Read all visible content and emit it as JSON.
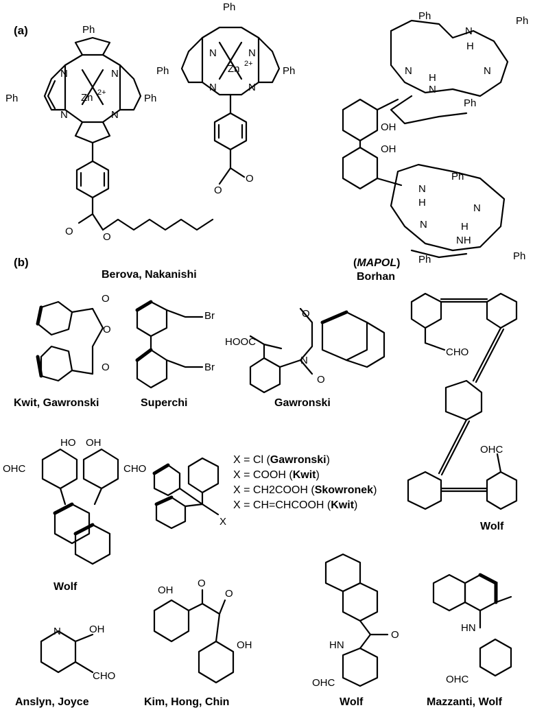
{
  "panels": {
    "a": "(a)",
    "b": "(b)"
  },
  "captions": {
    "berova": "Berova, Nakanishi",
    "mapol_prefix": "(",
    "mapol_name": "MAPOL",
    "mapol_suffix": ")",
    "borhan": "Borhan",
    "kwit_gawronski": "Kwit, Gawronski",
    "superchi": "Superchi",
    "gawronski": "Gawronski",
    "wolf_polyyne": "Wolf",
    "wolf_binaphthol": "Wolf",
    "anslyn_joyce": "Anslyn, Joyce",
    "kim_hong_chin": "Kim, Hong, Chin",
    "wolf_amide": "Wolf",
    "mazzanti_wolf": "Mazzanti, Wolf"
  },
  "atoms": {
    "ph": "Ph",
    "n": "N",
    "zn": "Zn",
    "zn_charge": "2+",
    "o": "O",
    "oh": "OH",
    "ho": "HO",
    "h": "H",
    "nh": "NH",
    "hn": "HN",
    "br": "Br",
    "hooc": "HOOC",
    "cho": "CHO",
    "ohc": "OHC",
    "x": "X"
  },
  "trityl_substituents": [
    {
      "prefix": "X = ",
      "group": "Cl",
      "open": " (",
      "author": "Gawronski",
      "close": ")"
    },
    {
      "prefix": "X = ",
      "group": "COOH",
      "open": " (",
      "author": "Kwit",
      "close": ")"
    },
    {
      "prefix": "X = ",
      "group": "CH2COOH",
      "open": " (",
      "author": "Skowronek",
      "close": ")"
    },
    {
      "prefix": "X = ",
      "group": "CH=CHCOOH",
      "open": " (",
      "author": "Kwit",
      "close": ")"
    }
  ]
}
